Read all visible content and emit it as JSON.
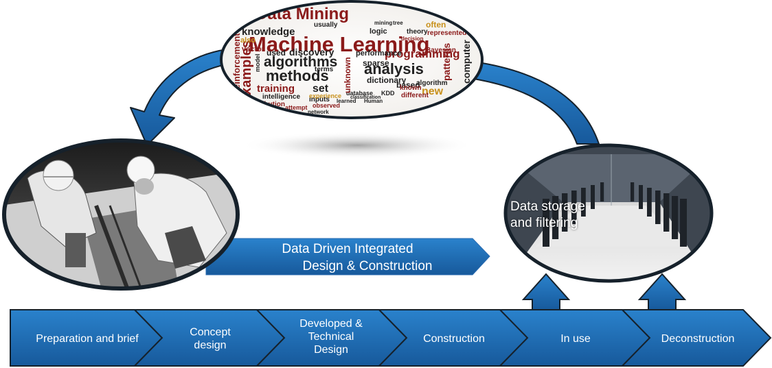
{
  "process_steps": [
    {
      "label": "Preparation and brief"
    },
    {
      "label": "Concept\ndesign"
    },
    {
      "label": "Developed &\nTechnical\nDesign"
    },
    {
      "label": "Construction"
    },
    {
      "label": "In use"
    },
    {
      "label": "Deconstruction"
    }
  ],
  "integrated_banner": {
    "line1": "Data Driven Integrated",
    "line2": "Design & Construction"
  },
  "data_storage": {
    "line1": "Data storage",
    "line2": "and filtering"
  },
  "word_cloud": [
    {
      "text": "Data Mining",
      "color": "#8b1a1a"
    },
    {
      "text": "knowledge",
      "color": "#222222"
    },
    {
      "text": "Machine Learning",
      "color": "#8b1a1a"
    },
    {
      "text": "algorithms",
      "color": "#222222"
    },
    {
      "text": "analysis",
      "color": "#222222"
    },
    {
      "text": "methods",
      "color": "#222222"
    },
    {
      "text": "training",
      "color": "#8b1a1a"
    },
    {
      "text": "set",
      "color": "#222222"
    },
    {
      "text": "programming",
      "color": "#8b1a1a"
    },
    {
      "text": "discovery",
      "color": "#222222"
    },
    {
      "text": "performance",
      "color": "#222222"
    },
    {
      "text": "used",
      "color": "#222222"
    },
    {
      "text": "sparse",
      "color": "#222222"
    },
    {
      "text": "dictionary",
      "color": "#222222"
    },
    {
      "text": "patterns",
      "color": "#8b1a1a"
    },
    {
      "text": "computer",
      "color": "#222222"
    },
    {
      "text": "new",
      "color": "#c8901a"
    },
    {
      "text": "often",
      "color": "#c8901a"
    },
    {
      "text": "represented",
      "color": "#8b1a1a"
    },
    {
      "text": "logic",
      "color": "#222222"
    },
    {
      "text": "theory",
      "color": "#222222"
    },
    {
      "text": "usually",
      "color": "#222222"
    },
    {
      "text": "examples",
      "color": "#8b1a1a"
    },
    {
      "text": "reinforcement",
      "color": "#8b1a1a"
    },
    {
      "text": "based",
      "color": "#222222"
    },
    {
      "text": "algorithm",
      "color": "#222222"
    },
    {
      "text": "database",
      "color": "#222222"
    },
    {
      "text": "KDD",
      "color": "#222222"
    },
    {
      "text": "known",
      "color": "#8b1a1a"
    },
    {
      "text": "different",
      "color": "#8b1a1a"
    },
    {
      "text": "intelligence",
      "color": "#222222"
    },
    {
      "text": "inputs",
      "color": "#222222"
    },
    {
      "text": "distribution",
      "color": "#8b1a1a"
    },
    {
      "text": "attempt",
      "color": "#8b1a1a"
    },
    {
      "text": "observed",
      "color": "#8b1a1a"
    },
    {
      "text": "network",
      "color": "#222222"
    },
    {
      "text": "unknown",
      "color": "#8b1a1a"
    },
    {
      "text": "vector",
      "color": "#8b1a1a"
    },
    {
      "text": "Bayesian",
      "color": "#8b1a1a"
    },
    {
      "text": "decision",
      "color": "#8b1a1a"
    },
    {
      "text": "experience",
      "color": "#c8901a"
    },
    {
      "text": "learned",
      "color": "#222222"
    },
    {
      "text": "terms",
      "color": "#222222"
    },
    {
      "text": "also",
      "color": "#c8901a"
    },
    {
      "text": "model",
      "color": "#222222"
    },
    {
      "text": "mining",
      "color": "#222222"
    },
    {
      "text": "tree",
      "color": "#222222"
    },
    {
      "text": "classification",
      "color": "#222222"
    },
    {
      "text": "Human",
      "color": "#222222"
    }
  ],
  "colors": {
    "arrow_blue": "#1f6db5",
    "arrow_dark": "#17508a",
    "outline": "#16212b"
  },
  "images": [
    {
      "name": "construction-workers-photo",
      "description": "construction workers photo"
    },
    {
      "name": "data-center-photo",
      "description": "data center photo"
    }
  ]
}
